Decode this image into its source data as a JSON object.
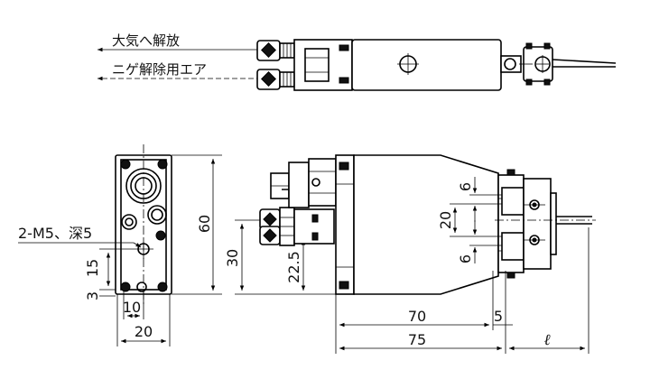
{
  "labels": {
    "air_release": "大気へ解放",
    "deflate_air": "ニゲ解除用エア",
    "tapped_holes": "2-M5、深5"
  },
  "dimensions": {
    "overall_height": "60",
    "port_height_upper": "30",
    "port_height_lower": "22.5",
    "base_height_15": "15",
    "base_height_3": "3",
    "hole_pitch_10": "10",
    "base_width": "20",
    "jaw_6_upper": "6",
    "jaw_pitch_20": "20",
    "jaw_6_lower": "6",
    "length_70": "70",
    "offset_5": "5",
    "length_75": "75",
    "length_variable": "ℓ"
  }
}
